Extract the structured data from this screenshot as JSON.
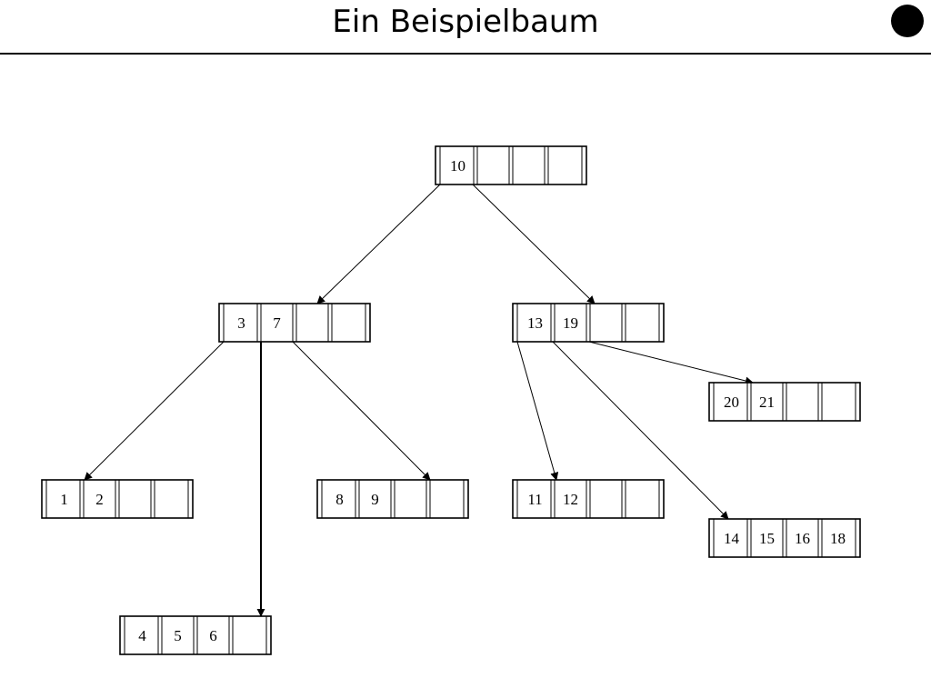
{
  "title": "Ein Beispielbaum",
  "nodes": {
    "root": {
      "keys": [
        "10",
        "",
        "",
        ""
      ]
    },
    "n3_7": {
      "keys": [
        "3",
        "7",
        "",
        ""
      ]
    },
    "n13_19": {
      "keys": [
        "13",
        "19",
        "",
        ""
      ]
    },
    "n1_2": {
      "keys": [
        "1",
        "2",
        "",
        ""
      ]
    },
    "n4_5_6": {
      "keys": [
        "4",
        "5",
        "6",
        ""
      ]
    },
    "n8_9": {
      "keys": [
        "8",
        "9",
        "",
        ""
      ]
    },
    "n11_12": {
      "keys": [
        "11",
        "12",
        "",
        ""
      ]
    },
    "n14_18": {
      "keys": [
        "14",
        "15",
        "16",
        "18"
      ]
    },
    "n20_21": {
      "keys": [
        "20",
        "21",
        "",
        ""
      ]
    }
  },
  "edges": [
    {
      "from": "root",
      "to": "n3_7"
    },
    {
      "from": "root",
      "to": "n13_19"
    },
    {
      "from": "n3_7",
      "to": "n1_2"
    },
    {
      "from": "n3_7",
      "to": "n4_5_6"
    },
    {
      "from": "n3_7",
      "to": "n8_9"
    },
    {
      "from": "n13_19",
      "to": "n11_12"
    },
    {
      "from": "n13_19",
      "to": "n14_18"
    },
    {
      "from": "n13_19",
      "to": "n20_21"
    }
  ]
}
